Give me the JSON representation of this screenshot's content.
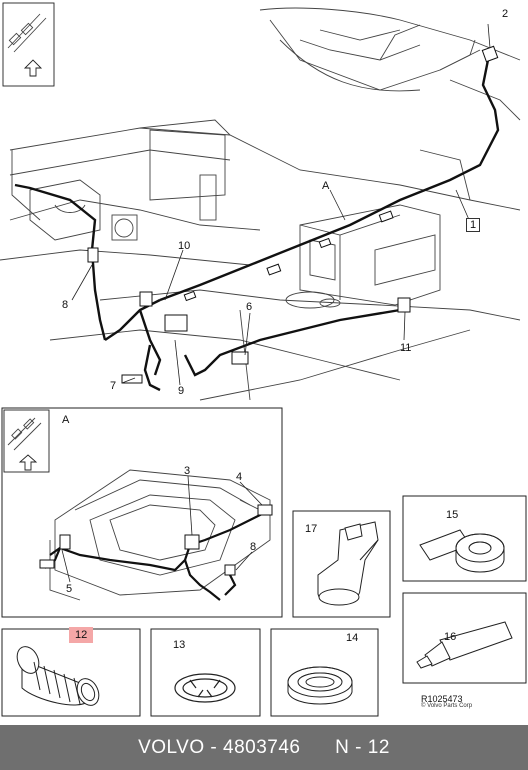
{
  "diagram": {
    "reference_code": "R1025473",
    "copyright": "© Volvo Parts Corp",
    "view_marker": "A",
    "callouts": [
      "1",
      "2",
      "3",
      "4",
      "5",
      "6",
      "7",
      "8",
      "9",
      "10",
      "11",
      "12",
      "13",
      "14",
      "15",
      "16",
      "17"
    ]
  },
  "footer": {
    "brand": "VOLVO",
    "separator": "-",
    "part_number": "4803746",
    "section": "N - 12"
  },
  "colors": {
    "footer_bg": "#6f6f6f",
    "highlight": "#f4a7a7",
    "line": "#222222"
  }
}
